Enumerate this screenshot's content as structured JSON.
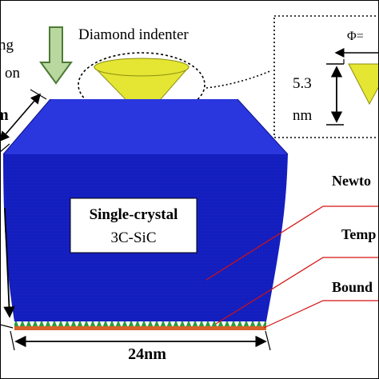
{
  "labels": {
    "loading_top": "ng",
    "loading_bottom": "on",
    "indenter": "Diamond indenter",
    "phi": "Φ=",
    "depth_value": "5.3",
    "depth_unit": "nm",
    "left_dim": "m",
    "specimen_line1": "Single-crystal",
    "specimen_line2": "3C-SiC",
    "layer_newtonian": "Newto",
    "layer_thermostat": "Temp",
    "layer_boundary": "Bound",
    "width": "24nm"
  },
  "colors": {
    "specimen_front": "#1520c2",
    "specimen_top": "#2a37de",
    "specimen_side": "#0d16a0",
    "indenter": "#e4e633",
    "indenter_edge": "#8c8d12",
    "arrow_fill": "#b8d8a0",
    "arrow_stroke": "#4d7a35",
    "thermostat_layer": "#2e9c3e",
    "boundary_layer": "#d8622a",
    "leader_lines": "#d41010",
    "text": "#000000"
  },
  "icons": {
    "loading_arrow": "down-arrow-icon"
  }
}
